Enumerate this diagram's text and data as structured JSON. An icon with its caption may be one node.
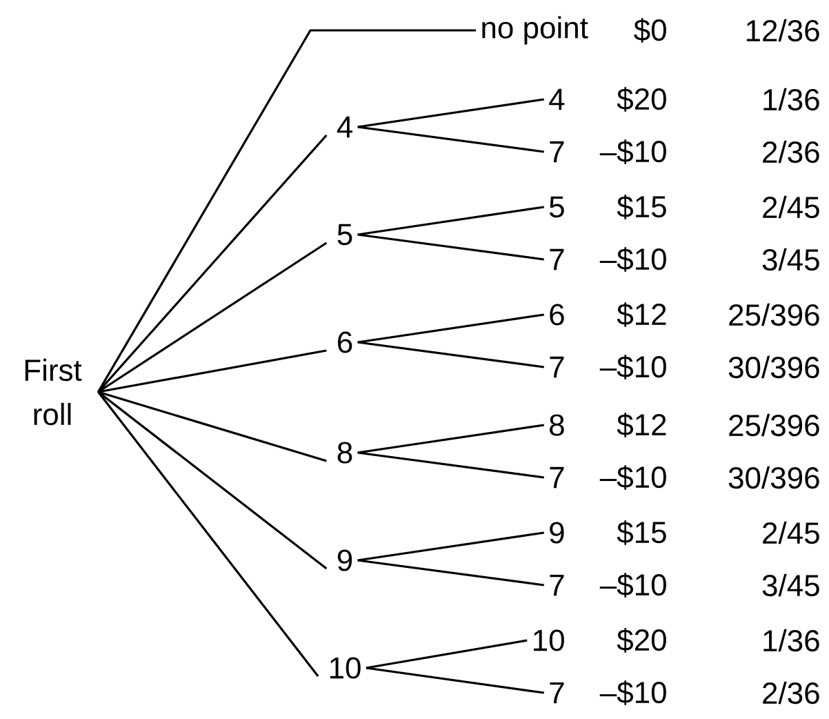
{
  "diagram": {
    "nodes": [
      {
        "text": [
          "First roll"
        ]
      },
      {
        "text": [
          "no point"
        ],
        "beside": [
          "$0",
          "12/36"
        ]
      },
      {
        "text": [
          "4"
        ]
      },
      {
        "text": [
          "4"
        ],
        "beside": [
          "$20",
          "1/36"
        ]
      },
      {
        "text": [
          "7"
        ],
        "beside": [
          "–$10",
          "2/36"
        ]
      },
      {
        "text": [
          "5"
        ]
      },
      {
        "text": [
          "5"
        ],
        "beside": [
          "$15",
          "2/45"
        ]
      },
      {
        "text": [
          "7"
        ],
        "beside": [
          "–$10",
          "3/45"
        ]
      },
      {
        "text": [
          "6"
        ]
      },
      {
        "text": [
          "6"
        ],
        "beside": [
          "$12",
          "25/396"
        ]
      },
      {
        "text": [
          "7"
        ],
        "beside": [
          "–$10",
          "30/396"
        ]
      },
      {
        "text": [
          "8"
        ]
      },
      {
        "text": [
          "8"
        ],
        "beside": [
          "$12",
          "25/396"
        ]
      },
      {
        "text": [
          "7"
        ],
        "beside": [
          "–$10",
          "30/396"
        ]
      },
      {
        "text": [
          "9"
        ]
      },
      {
        "text": [
          "9"
        ],
        "beside": [
          "$15",
          "2/45"
        ]
      },
      {
        "text": [
          "7"
        ],
        "beside": [
          "–$10",
          "3/45"
        ]
      },
      {
        "text": [
          "10"
        ]
      },
      {
        "text": [
          "10"
        ],
        "beside": [
          "$20",
          "1/36"
        ]
      },
      {
        "text": [
          "7"
        ],
        "beside": [
          "–$10",
          "2/36"
        ]
      }
    ],
    "edges": [
      {
        "from": 0,
        "to": 1,
        "arrow": "none"
      },
      {
        "from": 0,
        "to": 2,
        "arrow": "none"
      },
      {
        "from": 2,
        "to": 3,
        "arrow": "none"
      },
      {
        "from": 2,
        "to": 4,
        "arrow": "none"
      },
      {
        "from": 0,
        "to": 5,
        "arrow": "none"
      },
      {
        "from": 5,
        "to": 6,
        "arrow": "none"
      },
      {
        "from": 5,
        "to": 7,
        "arrow": "none"
      },
      {
        "from": 0,
        "to": 8,
        "arrow": "none"
      },
      {
        "from": 8,
        "to": 9,
        "arrow": "none"
      },
      {
        "from": 8,
        "to": 10,
        "arrow": "none"
      },
      {
        "from": 0,
        "to": 11,
        "arrow": "none"
      },
      {
        "from": 11,
        "to": 12,
        "arrow": "none"
      },
      {
        "from": 11,
        "to": 13,
        "arrow": "none"
      },
      {
        "from": 0,
        "to": 14,
        "arrow": "none"
      },
      {
        "from": 14,
        "to": 15,
        "arrow": "none"
      },
      {
        "from": 14,
        "to": 16,
        "arrow": "none"
      },
      {
        "from": 0,
        "to": 17,
        "arrow": "none"
      },
      {
        "from": 17,
        "to": 18,
        "arrow": "none"
      },
      {
        "from": 17,
        "to": 19,
        "arrow": "none"
      }
    ]
  }
}
